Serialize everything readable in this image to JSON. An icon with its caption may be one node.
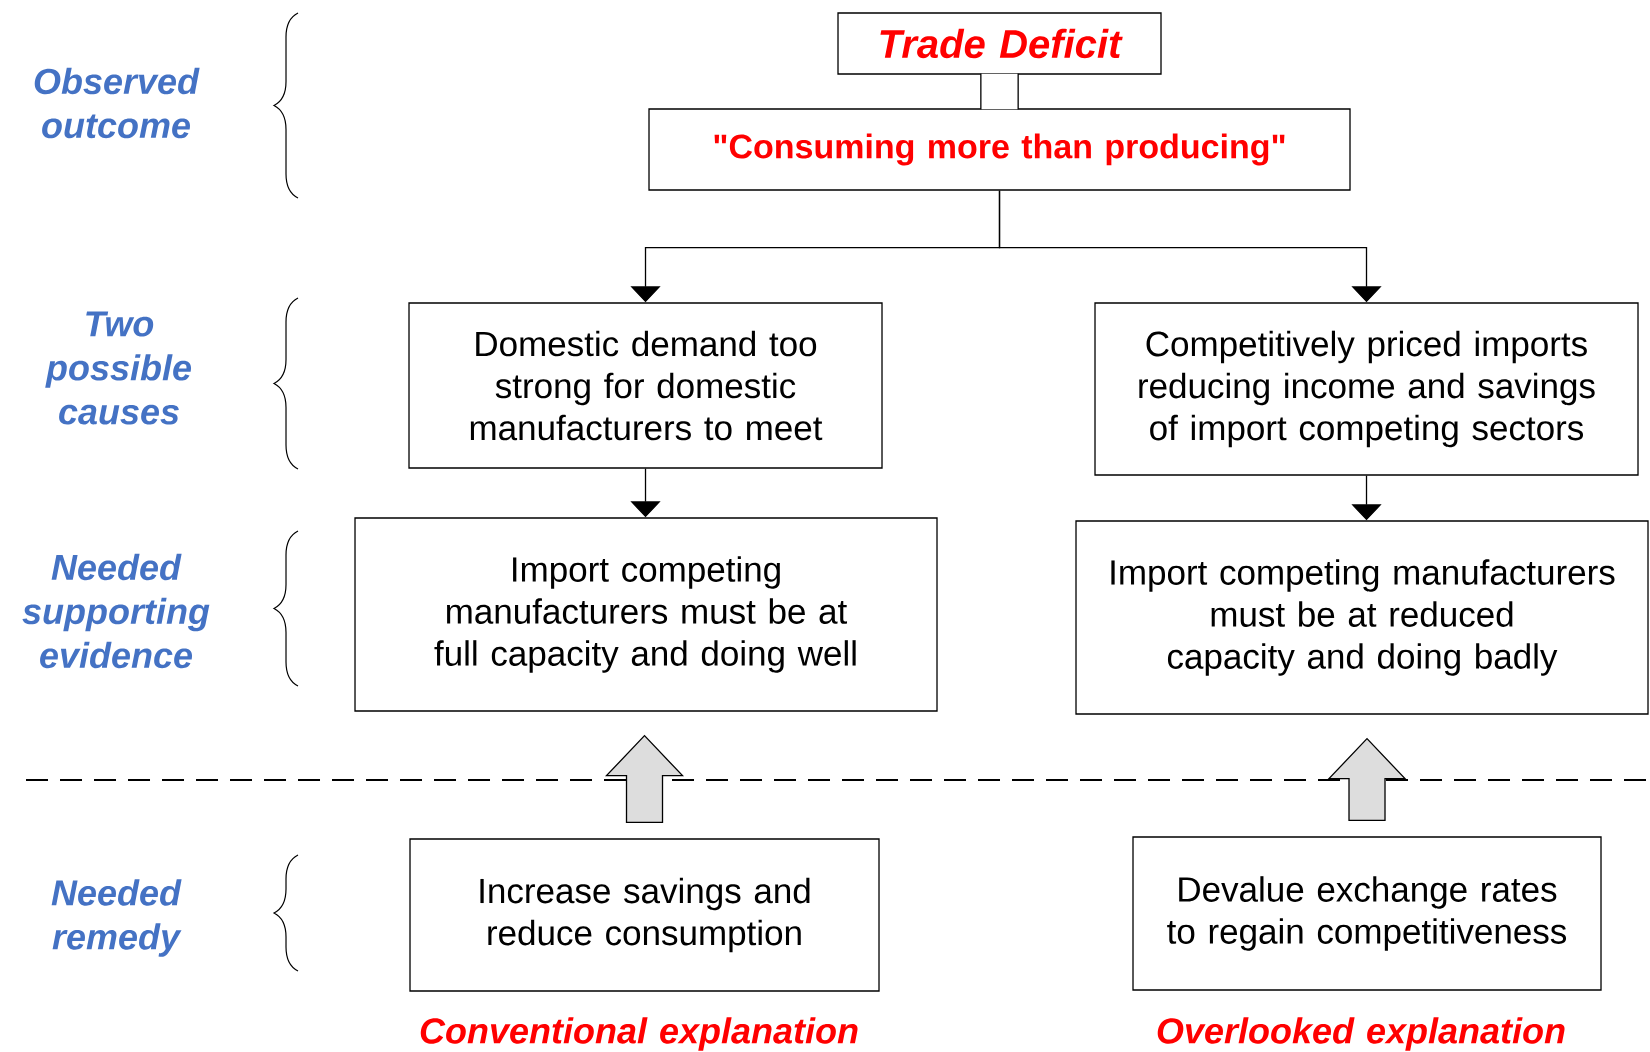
{
  "diagram": {
    "nodes": [
      {
        "text": [
          "Trade Deficit"
        ]
      },
      {
        "text": [
          "\"Consuming more than producing\""
        ]
      },
      {
        "text": [
          "Domestic demand too strong for domestic manufacturers to meet"
        ]
      },
      {
        "text": [
          "Competitively priced imports reducing income and savings of import competing sectors"
        ]
      },
      {
        "text": [
          "Import competing manufacturers must be at full capacity and doing well"
        ]
      },
      {
        "text": [
          "Import competing manufacturers must be at reduced capacity and doing badly"
        ]
      },
      {
        "text": [
          "Increase savings and reduce consumption"
        ],
        "beside": [
          "Conventional explanation"
        ]
      },
      {
        "text": [
          "Devalue exchange rates to regain competitiveness"
        ],
        "beside": [
          "Overlooked explanation"
        ]
      }
    ],
    "edges": [
      {
        "from": 0,
        "to": 1,
        "arrow": "none",
        "style": "thick"
      },
      {
        "from": 1,
        "to": 2,
        "arrow": "to"
      },
      {
        "from": 1,
        "to": 3,
        "arrow": "to"
      },
      {
        "from": 2,
        "to": 4,
        "arrow": "to"
      },
      {
        "from": 3,
        "to": 5,
        "arrow": "to"
      },
      {
        "from": 6,
        "to": 4,
        "arrow": "to",
        "style": "thick"
      },
      {
        "from": 7,
        "to": 5,
        "arrow": "to",
        "style": "thick"
      }
    ],
    "labels": [
      "Observed outcome",
      "Two possible causes",
      "Needed supporting evidence",
      "Needed remedy"
    ]
  }
}
